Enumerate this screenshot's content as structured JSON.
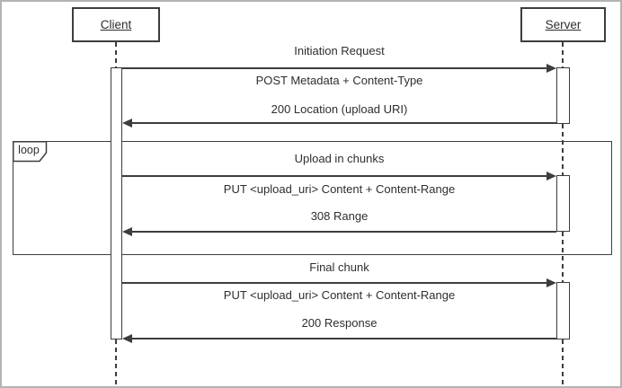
{
  "diagram": {
    "type": "uml-sequence-diagram",
    "actors": [
      {
        "name": "Client"
      },
      {
        "name": "Server"
      }
    ],
    "loop_label": "loop",
    "exchanges": [
      {
        "title": "Initiation Request",
        "request": "POST Metadata + Content-Type",
        "response": "200 Location (upload URI)"
      },
      {
        "title": "Upload in chunks",
        "request": "PUT <upload_uri> Content + Content-Range",
        "response": "308 Range"
      },
      {
        "title": "Final chunk",
        "request": "PUT <upload_uri> Content + Content-Range",
        "response": "200 Response"
      }
    ],
    "colors": {
      "line": "#3d3d3d",
      "text": "#2e2e2e",
      "outer_border": "#b3b3b3",
      "background": "#ffffff"
    }
  }
}
